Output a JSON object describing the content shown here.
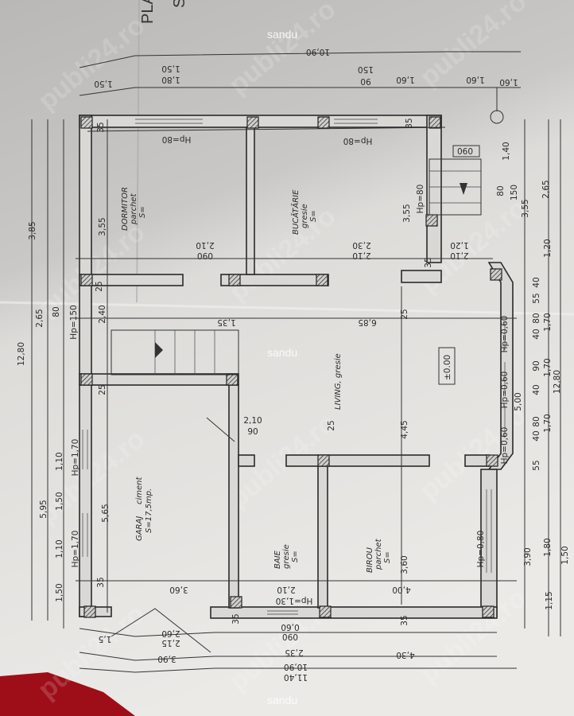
{
  "sheet": {
    "title_fragment": "PLA",
    "title_fragment_2": "S"
  },
  "watermarks": {
    "user": "sandu",
    "site": "publi24.ro"
  },
  "colors": {
    "paper_top": "#bdbcba",
    "paper_bottom": "#e8e7e4",
    "ink": "#2b2b2b",
    "table_red": "#9e0e18"
  },
  "rooms": [
    {
      "name": "DORMITOR",
      "floor": "parchet",
      "area": "S="
    },
    {
      "name": "BUCĂTĂRIE",
      "floor": "gresie",
      "area": "S="
    },
    {
      "name": "LIVING, gresie"
    },
    {
      "name": "GARAJ",
      "floor": "ciment",
      "area": "S=17,5mp."
    },
    {
      "name": "BAIE",
      "floor": "gresie",
      "area": "S="
    },
    {
      "name": "BIROU",
      "floor": "parchet",
      "area": "S="
    }
  ],
  "level_mark": "±0.00",
  "box_mark": "060",
  "dimensions": [
    "10,90",
    "1,50",
    "1,80",
    "1,50",
    "150",
    "90",
    "1,60",
    "1,60",
    "Hp=80",
    "Hp=80",
    "35",
    "35",
    "3,85",
    "3,55",
    "3,55",
    "1,40",
    "2,65",
    "80",
    "150",
    "3,55",
    "Hp=80",
    "2,10",
    "090",
    "2,30",
    "2,10",
    "1,20",
    "2,10",
    "35",
    "1,20",
    "12,80",
    "2,65",
    "80",
    "2,40",
    "Hp=150",
    "1,35",
    "6,85",
    "4,45",
    "25",
    "25",
    "25",
    "Hp=0,60",
    "Hp=0,60",
    "Hp=0,60",
    "5,00",
    "40",
    "55",
    "80",
    "1,70",
    "40",
    "90",
    "1,70",
    "40",
    "80",
    "1,70",
    "40",
    "55",
    "12,80",
    "Hp=1,70",
    "1,10",
    "5,95",
    "1,50",
    "5,65",
    "Hp=1,70",
    "1,10",
    "1,50",
    "2,10",
    "90",
    "Hp=0,80",
    "3,60",
    "3,90",
    "1,80",
    "1,50",
    "3,60",
    "2,10",
    "4,00",
    "Hp=1,30",
    "0,60",
    "090",
    "2,60",
    "2,15",
    "3,90",
    "2,35",
    "4,30",
    "10,90",
    "11,40",
    "1,5",
    "1,15",
    "35",
    "35",
    "35",
    "25",
    "1,60"
  ]
}
